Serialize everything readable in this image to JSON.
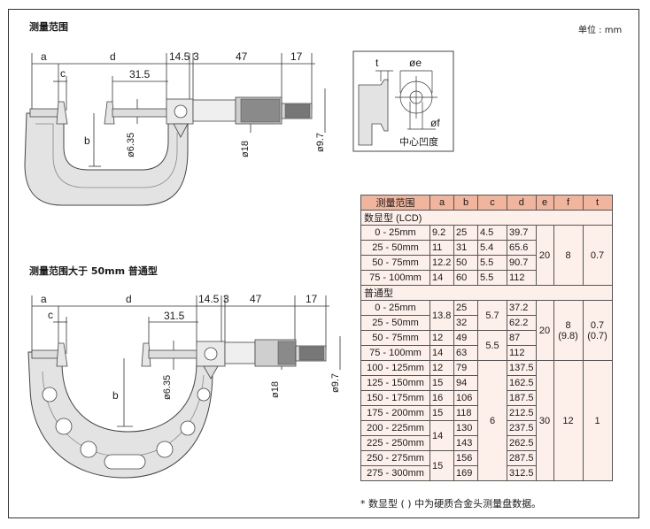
{
  "page": {
    "title_top": "测量范围",
    "unit_label": "单位 : mm",
    "title_bottom": "测量范围大于 50mm 普通型",
    "inset_caption": "中心凹度",
    "footnote": "* 数显型 (    ) 中为硬质合金头测量盘数据。"
  },
  "top_dims": {
    "a": "a",
    "c": "c",
    "d": "d",
    "v145": "14.5",
    "v3": "3",
    "v47": "47",
    "v17": "17",
    "v315": "31.5",
    "b": "b",
    "d635": "ø6.35",
    "d18": "ø18",
    "d97": "ø9.7"
  },
  "inset_dims": {
    "t": "t",
    "e": "øe",
    "f": "øf"
  },
  "bottom_dims": {
    "a": "a",
    "c": "c",
    "d": "d",
    "v145": "14.5",
    "v3": "3",
    "v47": "47",
    "v17": "17",
    "v315": "31.5",
    "b": "b",
    "d635": "ø6.35",
    "d18": "ø18",
    "d97": "ø9.7"
  },
  "table": {
    "headers": [
      "测量范围",
      "a",
      "b",
      "c",
      "d",
      "e",
      "f",
      "t"
    ],
    "group_lcd": "数显型 (LCD)",
    "group_std": "普通型",
    "lcd_rows": [
      {
        "range": "0 - 25mm",
        "a": "9.2",
        "b": "25",
        "c": "4.5",
        "d": "39.7"
      },
      {
        "range": "25 - 50mm",
        "a": "11",
        "b": "31",
        "c": "5.4",
        "d": "65.6"
      },
      {
        "range": "50 - 75mm",
        "a": "12.2",
        "b": "50",
        "c": "5.5",
        "d": "90.7"
      },
      {
        "range": "75 - 100mm",
        "a": "14",
        "b": "60",
        "c": "5.5",
        "d": "112"
      }
    ],
    "lcd_efg": {
      "e": "20",
      "f": "8",
      "t": "0.7"
    },
    "std_rows_a": [
      {
        "range": "0 - 25mm",
        "b": "25",
        "d": "37.2"
      },
      {
        "range": "25 - 50mm",
        "b": "32",
        "d": "62.2"
      },
      {
        "range": "50 - 75mm",
        "a": "12",
        "b": "49",
        "d": "87"
      },
      {
        "range": "75 - 100mm",
        "a": "14",
        "b": "63",
        "d": "112"
      }
    ],
    "std_a_merged": "13.8",
    "std_c_top": "5.7",
    "std_c_mid": "5.5",
    "std_e_top": "20",
    "std_f_top": "8",
    "std_f_top_alt": "(9.8)",
    "std_t_top": "0.7",
    "std_t_top_alt": "(0.7)",
    "std_rows_b": [
      {
        "range": "100 - 125mm",
        "a": "12",
        "b": "79",
        "d": "137.5"
      },
      {
        "range": "125 - 150mm",
        "a": "15",
        "b": "94",
        "d": "162.5"
      },
      {
        "range": "150 - 175mm",
        "a": "16",
        "b": "106",
        "d": "187.5"
      },
      {
        "range": "175 - 200mm",
        "a": "15",
        "b": "118",
        "d": "212.5"
      },
      {
        "range": "200 - 225mm",
        "b": "130",
        "d": "237.5"
      },
      {
        "range": "225 - 250mm",
        "b": "143",
        "d": "262.5"
      },
      {
        "range": "250 - 275mm",
        "b": "156",
        "d": "287.5"
      },
      {
        "range": "275 - 300mm",
        "b": "169",
        "d": "312.5"
      }
    ],
    "std_a_200": "14",
    "std_a_250": "15",
    "std_c_bottom": "6",
    "std_e_bottom": "30",
    "std_f_bottom": "12",
    "std_t_bottom": "1"
  }
}
